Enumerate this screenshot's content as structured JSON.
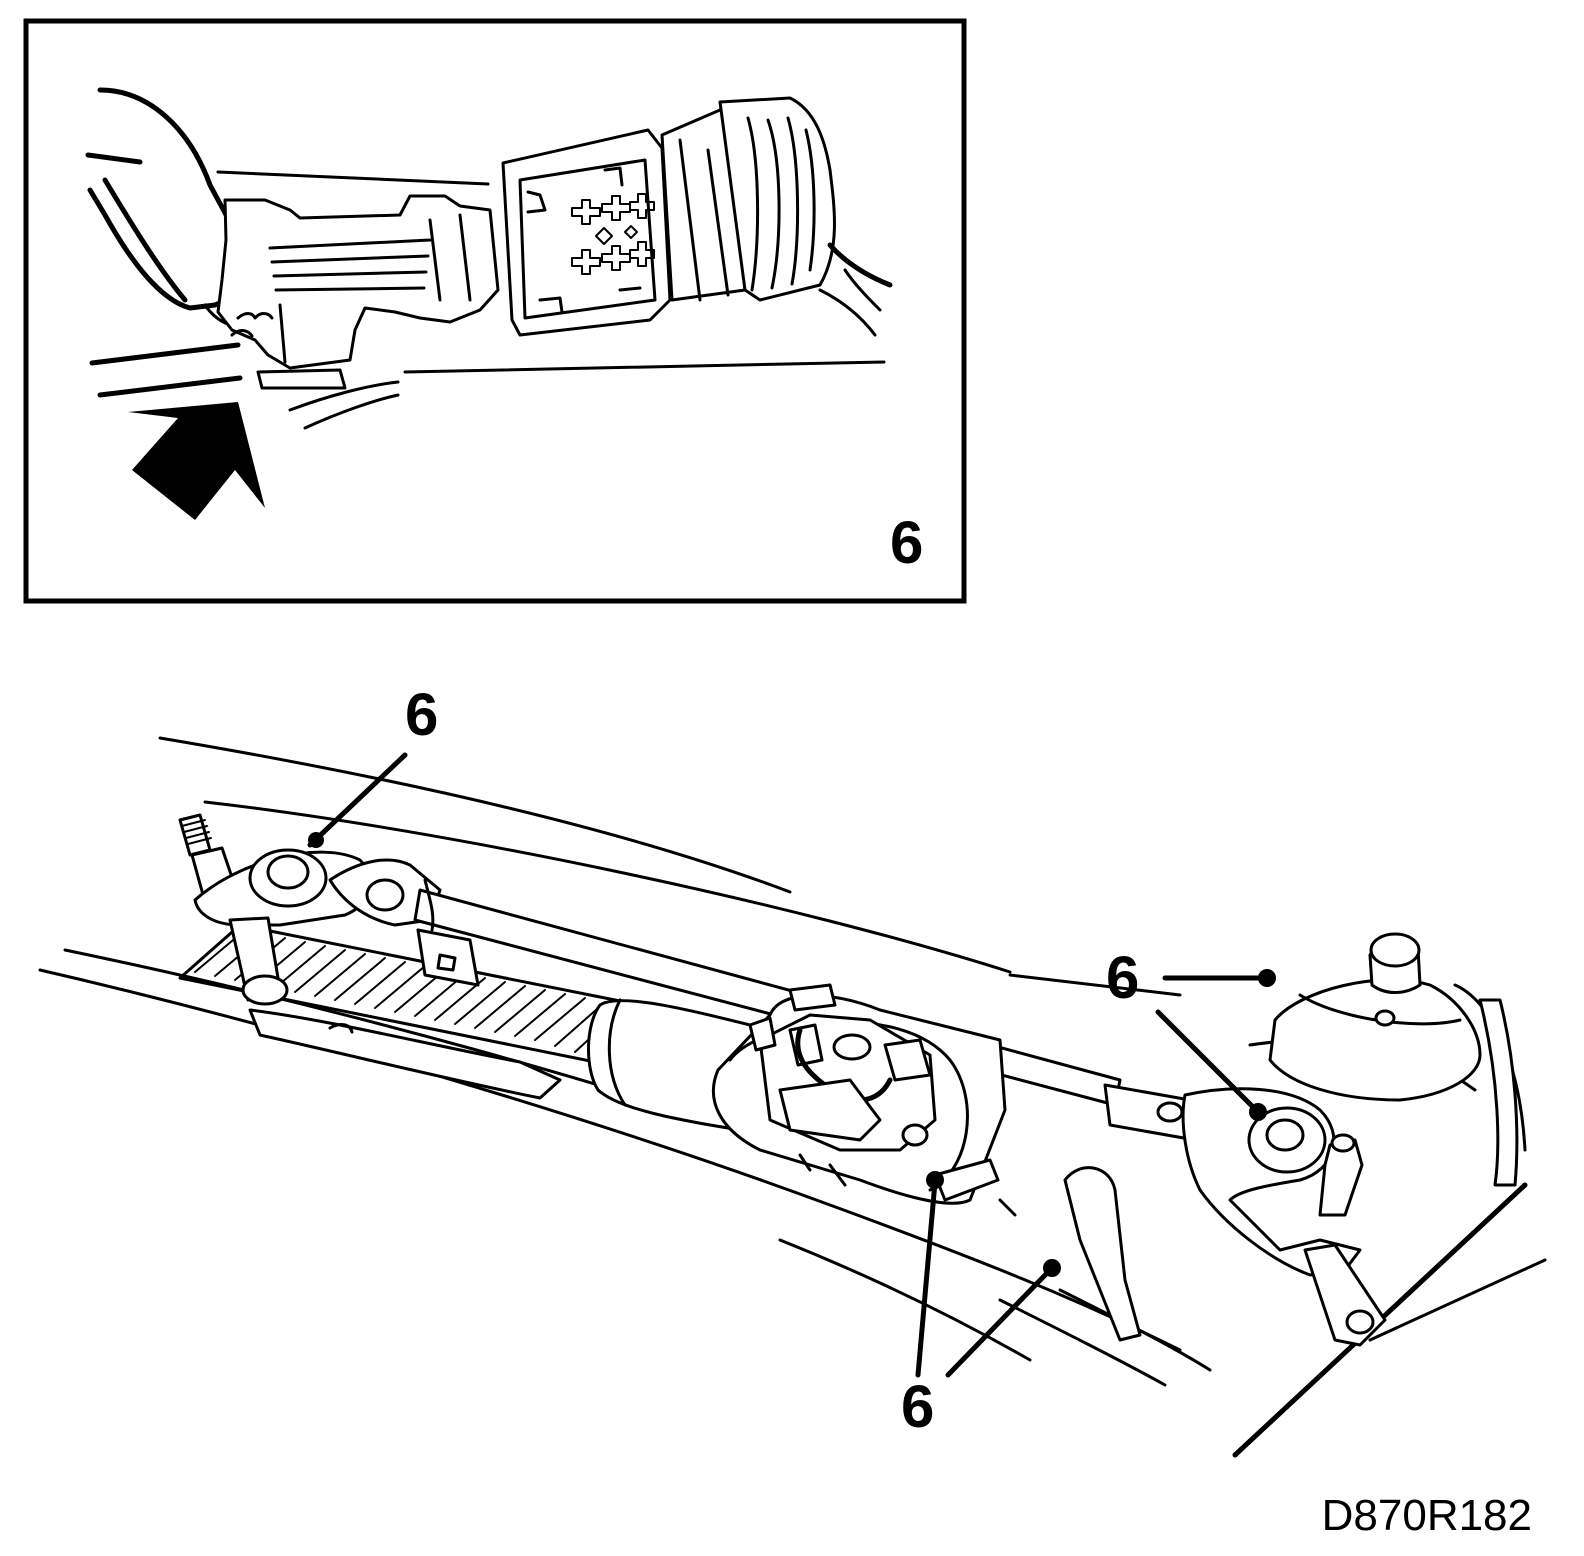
{
  "inset": {
    "callout": "6"
  },
  "main": {
    "callout_top_left": "6",
    "callout_right": "6",
    "callout_bottom": "6"
  },
  "figure_code": "D870R182",
  "colors": {
    "ink": "#000000",
    "paper": "#ffffff"
  }
}
